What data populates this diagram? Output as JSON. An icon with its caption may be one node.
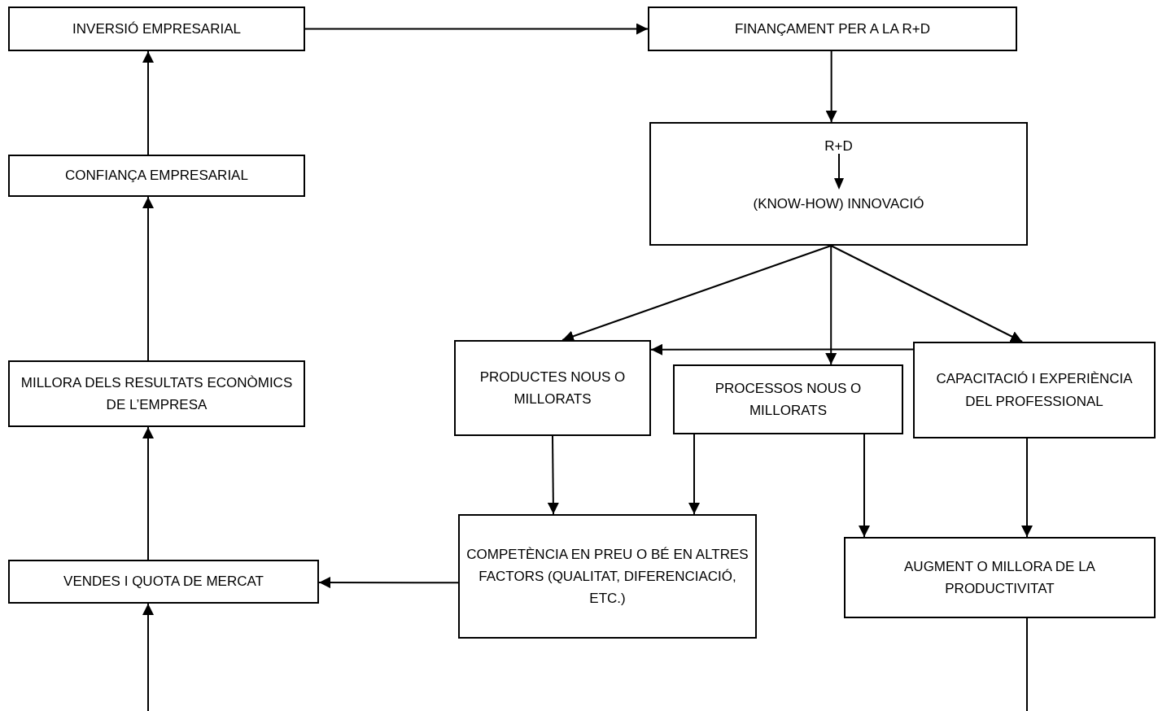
{
  "diagram": {
    "nodes": [
      {
        "text": [
          "INVERSIÓ EMPRESARIAL"
        ]
      },
      {
        "text": [
          "FINANÇAMENT PER A LA R+D"
        ]
      },
      {
        "text": [
          "CONFIANÇA EMPRESARIAL"
        ]
      },
      {
        "text": [
          "R+D",
          "(KNOW-HOW) INNOVACIÓ"
        ]
      },
      {
        "text": [
          "PRODUCTES NOUS O MILLORATS"
        ]
      },
      {
        "text": [
          "CAPACITACIÓ I EXPERIÈNCIA DEL PROFESSIONAL"
        ]
      },
      {
        "text": [
          "MILLORA DELS RESULTATS ECONÒMICS DE L’EMPRESA"
        ]
      },
      {
        "text": [
          "PROCESSOS NOUS O MILLORATS"
        ]
      },
      {
        "text": [
          "COMPETÈNCIA EN PREU O BÉ EN ALTRES FACTORS (QUALITAT, DIFERENCIACIÓ, ETC.)"
        ]
      },
      {
        "text": [
          "AUGMENT O MILLORA DE LA PRODUCTIVITAT"
        ]
      },
      {
        "text": [
          "VENDES I QUOTA DE MERCAT"
        ]
      }
    ],
    "edges": [
      {
        "from": 0,
        "to": 1,
        "arrow": "to"
      },
      {
        "from": 1,
        "to": 3,
        "arrow": "to"
      },
      {
        "from": 3,
        "to": 4,
        "arrow": "to"
      },
      {
        "from": 3,
        "to": 7,
        "arrow": "to"
      },
      {
        "from": 3,
        "to": 5,
        "arrow": "to"
      },
      {
        "from": 5,
        "to": 4,
        "arrow": "to"
      },
      {
        "from": 4,
        "to": 8,
        "arrow": "to"
      },
      {
        "from": 7,
        "to": 8,
        "arrow": "to"
      },
      {
        "from": 7,
        "to": 9,
        "arrow": "to"
      },
      {
        "from": 5,
        "to": 9,
        "arrow": "to"
      },
      {
        "from": 8,
        "to": 10,
        "arrow": "to"
      },
      {
        "from": 10,
        "to": 6,
        "arrow": "to"
      },
      {
        "from": 6,
        "to": 2,
        "arrow": "to"
      },
      {
        "from": 2,
        "to": 0,
        "arrow": "to"
      },
      {
        "from": null,
        "to": 10,
        "arrow": "to"
      },
      {
        "from": 9,
        "to": null,
        "arrow": "none"
      }
    ]
  }
}
